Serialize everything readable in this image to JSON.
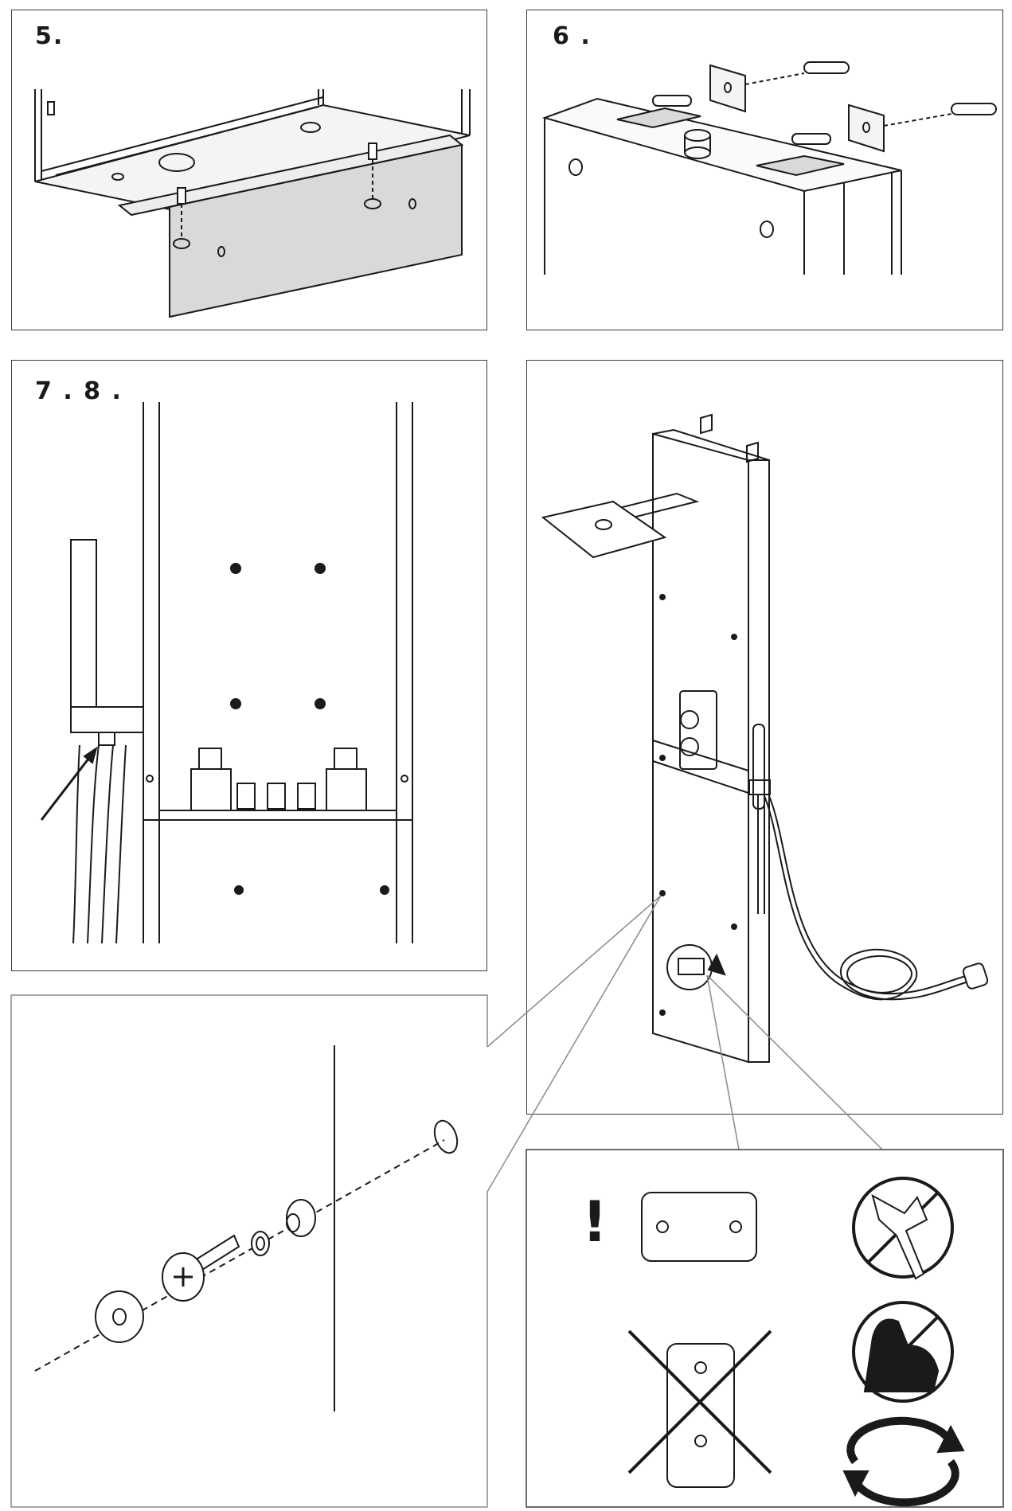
{
  "steps": {
    "step5": "5.",
    "step6": "6 .",
    "step78": "7 . 8 ."
  },
  "warning": {
    "symbol": "!"
  },
  "icons": {
    "no_wrench": "no-wrench-icon",
    "no_force": "no-force-icon",
    "rotate": "rotate-arrows-icon",
    "crossed_plate": "crossed-orientation-icon"
  },
  "colors": {
    "line": "#1a1a1a",
    "panel_fill": "#d9d9d9",
    "border": "#3a3a3a",
    "leader": "#8a8a8a"
  }
}
